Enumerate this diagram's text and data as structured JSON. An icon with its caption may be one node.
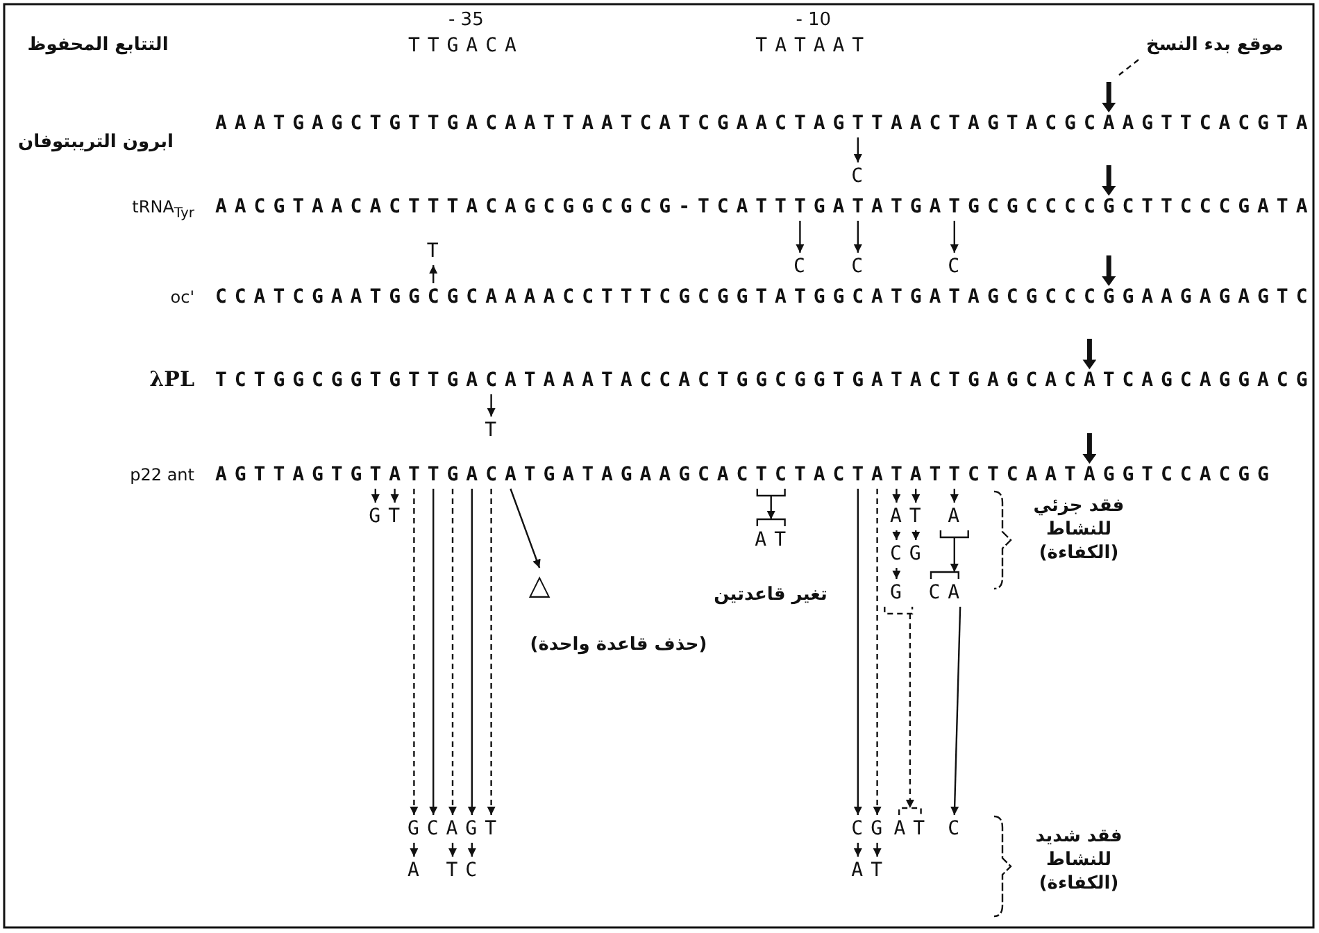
{
  "diagram": {
    "nodes": [
      {
        "text": [
          "موقع بدء النسخ"
        ]
      },
      {
        "text": [
          "AAATGAGCTGTTGACAATTAATCATCGAACTAGTTAACTAGTACGCAAGTTCACGTA"
        ]
      },
      {
        "text": [
          "C"
        ]
      },
      {
        "text": [
          "AACGTAACACTTTACAGCGGCGCG-TCATTTGATATGATGCGCCCCGCTTCCCGATA"
        ]
      },
      {
        "text": [
          "C"
        ]
      },
      {
        "text": [
          "C"
        ]
      },
      {
        "text": [
          "C"
        ]
      },
      {
        "text": [
          "T"
        ]
      },
      {
        "text": [
          "CCATCGAATGGCGCAAAACCTTTCGCGGTATGGCATGATAGCGCCCGGAAGAGAGTC"
        ]
      },
      {
        "text": [
          "TCTGGCGGTGTTGACATAAATACCACTGGCGGTGATACTGAGCACATCAGCAGGACG"
        ]
      },
      {
        "text": [
          "T"
        ]
      },
      {
        "text": [
          "AGTTAGTGTATTGACATGATAGAAGCACTCTACTATATTCTCAATAGGTCCACGG"
        ]
      },
      {
        "text": [
          "G"
        ]
      },
      {
        "text": [
          "T"
        ]
      },
      {
        "text": [
          "△"
        ]
      },
      {
        "text": [
          "AT"
        ]
      },
      {
        "text": [
          "A"
        ]
      },
      {
        "text": [
          "T"
        ]
      },
      {
        "text": [
          "A"
        ]
      },
      {
        "text": [
          "C"
        ]
      },
      {
        "text": [
          "G"
        ]
      },
      {
        "text": [
          "G"
        ]
      },
      {
        "text": [
          "CA"
        ]
      },
      {
        "text": [
          "G"
        ]
      },
      {
        "text": [
          "C"
        ]
      },
      {
        "text": [
          "A"
        ]
      },
      {
        "text": [
          "G"
        ]
      },
      {
        "text": [
          "T"
        ]
      },
      {
        "text": [
          "C"
        ]
      },
      {
        "text": [
          "G"
        ]
      },
      {
        "text": [
          "AT"
        ]
      },
      {
        "text": [
          "C"
        ]
      },
      {
        "text": [
          "A"
        ]
      },
      {
        "text": [
          "T"
        ]
      },
      {
        "text": [
          "C"
        ]
      },
      {
        "text": [
          "A"
        ]
      },
      {
        "text": [
          "T"
        ]
      }
    ],
    "edges": [
      {
        "from": 0,
        "to": null,
        "arrow": "none",
        "style": "dashed"
      },
      {
        "from": 1,
        "to": 2,
        "arrow": "to"
      },
      {
        "from": 3,
        "to": 4,
        "arrow": "to"
      },
      {
        "from": 3,
        "to": 5,
        "arrow": "to"
      },
      {
        "from": 3,
        "to": 6,
        "arrow": "to"
      },
      {
        "from": 8,
        "to": 7,
        "arrow": "to"
      },
      {
        "from": 9,
        "to": 10,
        "arrow": "to"
      },
      {
        "from": 11,
        "to": 12,
        "arrow": "to"
      },
      {
        "from": 11,
        "to": 13,
        "arrow": "to"
      },
      {
        "from": 11,
        "to": 23,
        "arrow": "to",
        "style": "dashed"
      },
      {
        "from": 11,
        "to": 24,
        "arrow": "to"
      },
      {
        "from": 11,
        "to": 25,
        "arrow": "to",
        "style": "dashed"
      },
      {
        "from": 11,
        "to": 26,
        "arrow": "to"
      },
      {
        "from": 11,
        "to": 27,
        "arrow": "to",
        "style": "dashed"
      },
      {
        "from": 11,
        "to": 14,
        "arrow": "to"
      },
      {
        "from": 11,
        "to": 15,
        "arrow": "to"
      },
      {
        "from": 11,
        "to": 16,
        "arrow": "to"
      },
      {
        "from": 11,
        "to": 17,
        "arrow": "to"
      },
      {
        "from": 11,
        "to": 18,
        "arrow": "to"
      },
      {
        "from": 11,
        "to": 28,
        "arrow": "to"
      },
      {
        "from": 11,
        "to": 29,
        "arrow": "to",
        "style": "dashed"
      },
      {
        "from": 16,
        "to": 19,
        "arrow": "to"
      },
      {
        "from": 17,
        "to": 20,
        "arrow": "to"
      },
      {
        "from": 19,
        "to": 21,
        "arrow": "to"
      },
      {
        "from": 18,
        "to": 22,
        "arrow": "to"
      },
      {
        "from": 21,
        "to": 30,
        "arrow": "to",
        "style": "dashed"
      },
      {
        "from": 22,
        "to": 31,
        "arrow": "to"
      },
      {
        "from": 23,
        "to": 32,
        "arrow": "to",
        "style": "dashed"
      },
      {
        "from": 25,
        "to": 33,
        "arrow": "to"
      },
      {
        "from": 26,
        "to": 34,
        "arrow": "to"
      },
      {
        "from": 28,
        "to": 35,
        "arrow": "to"
      },
      {
        "from": 29,
        "to": 36,
        "arrow": "to"
      },
      {
        "from": null,
        "to": 1,
        "arrow": "to",
        "style": "thick"
      },
      {
        "from": null,
        "to": 3,
        "arrow": "to",
        "style": "thick"
      },
      {
        "from": null,
        "to": 8,
        "arrow": "to",
        "style": "thick"
      },
      {
        "from": null,
        "to": 9,
        "arrow": "to",
        "style": "thick"
      },
      {
        "from": null,
        "to": 11,
        "arrow": "to",
        "style": "thick"
      }
    ],
    "labels": [
      "- 35",
      "TTGACA",
      "- 10",
      "TATAAT",
      "التتابع المحفوظ",
      "ابرون التريبتوفان",
      "tRNA$_{Tyr}$",
      "oc'",
      "λPL",
      "p22 ant",
      "تغير قاعدتين",
      "(حذف قاعدة واحدة)",
      "فقد جزئي للنشاط (الكفاءة)",
      "فقد شديد للنشاط (الكفاءة)"
    ]
  }
}
